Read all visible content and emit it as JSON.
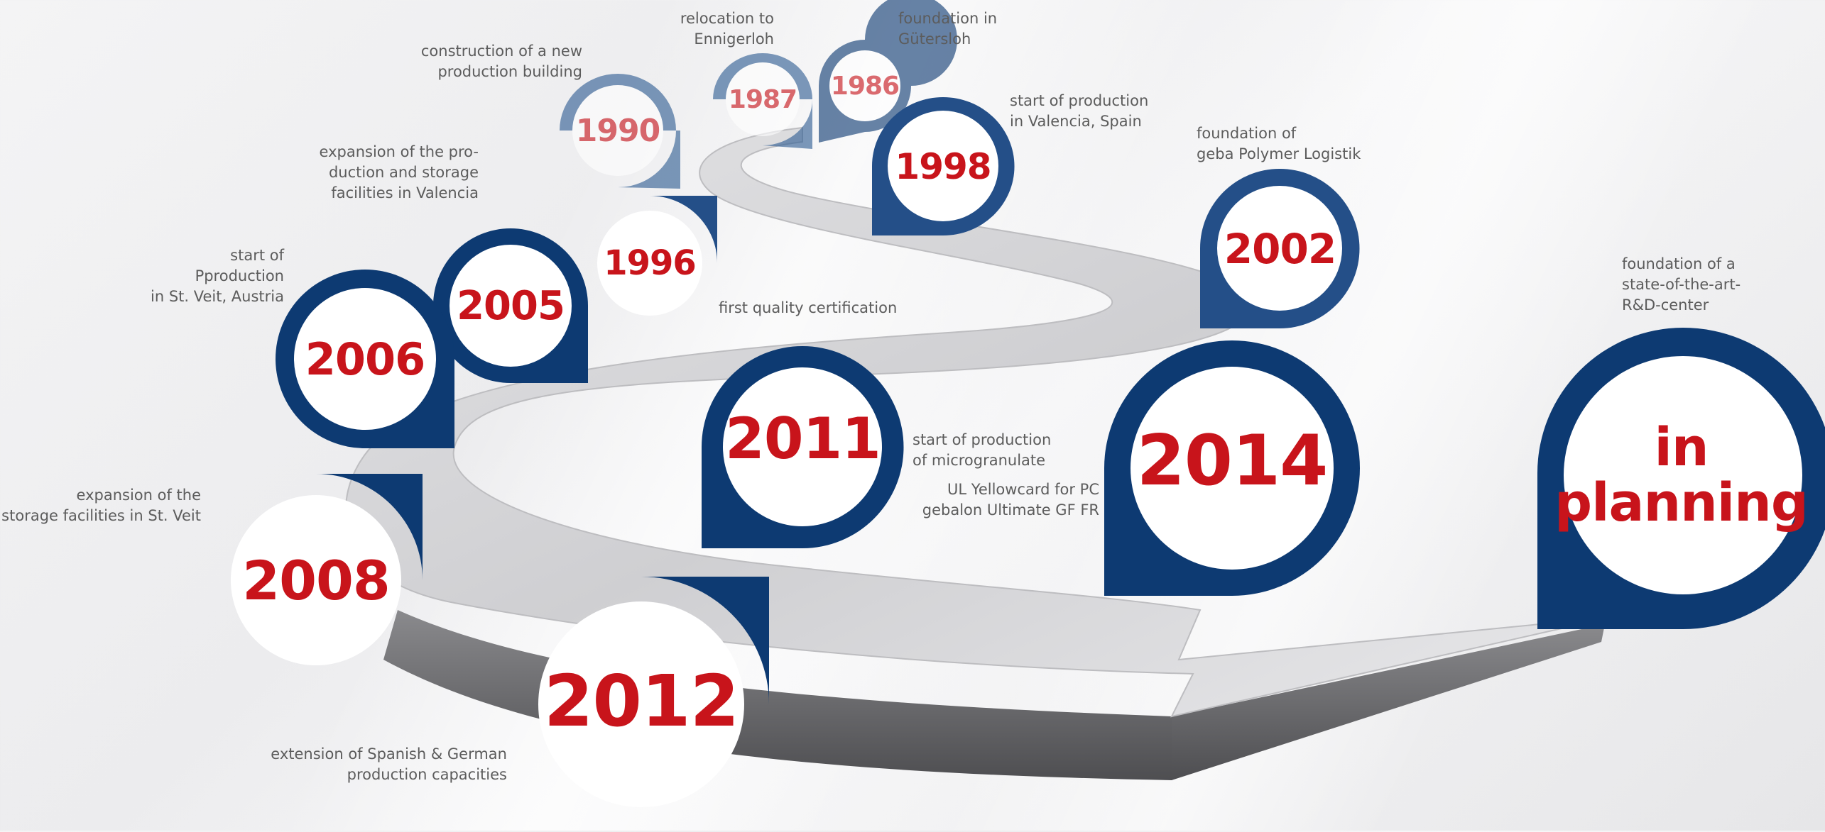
{
  "colors": {
    "pin": "#0d3a72",
    "pin_light": "#2f5d93",
    "year": "#c8141b",
    "label": "#5c5c5c",
    "road_top": "#d9d9dc",
    "road_side": "#6f6f72"
  },
  "milestones": [
    {
      "year": "1986",
      "label": "foundation in\nGütersloh"
    },
    {
      "year": "1987",
      "label": "relocation to\nEnnigerloh"
    },
    {
      "year": "1990",
      "label": "construction of a new\nproduction building"
    },
    {
      "year": "1998",
      "label": "start of production\nin Valencia, Spain"
    },
    {
      "year": "1996",
      "label": "first quality certification"
    },
    {
      "year": "2005",
      "label": "expansion of the pro-\nduction and storage\nfacilities in Valencia"
    },
    {
      "year": "2006",
      "label": "start of\nPproduction\nin St. Veit, Austria"
    },
    {
      "year": "2002",
      "label": "foundation of\ngeba Polymer Logistik"
    },
    {
      "year": "2011",
      "label": "start of production\nof microgranulate"
    },
    {
      "year": "2014",
      "label": "UL Yellowcard for PC\ngebalon Ultimate GF FR"
    },
    {
      "year": "2008",
      "label": "expansion of the\nstorage facilities in St. Veit"
    },
    {
      "year": "2012",
      "label": "extension of Spanish & German\nproduction capacities"
    },
    {
      "year": "in\nplanning",
      "label": "foundation of a\nstate-of-the-art-\nR&D-center"
    }
  ]
}
